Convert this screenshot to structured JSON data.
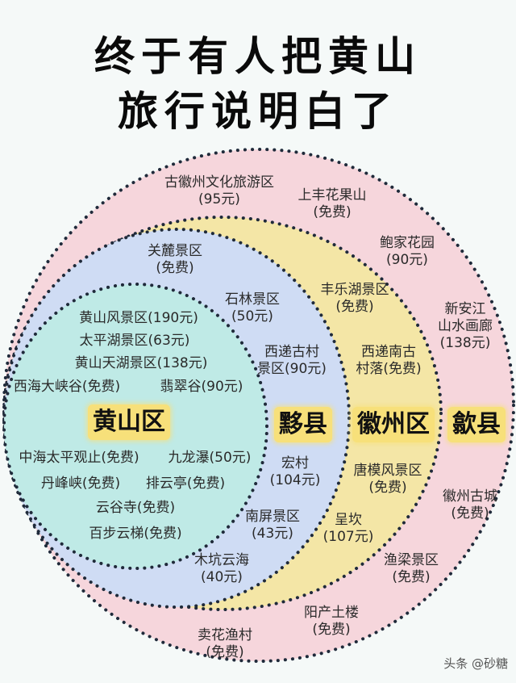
{
  "title": {
    "line1": "终于有人把黄山",
    "line2": "旅行说明白了"
  },
  "colors": {
    "shexian": "#f6d6dc",
    "huizhou": "#f4e6a6",
    "yixian": "#cfdcf4",
    "huangshan": "#bfeae6",
    "label_bg": "#f7e07a",
    "dots": "#1f2a3a"
  },
  "regions": [
    {
      "name": "黄山区",
      "spots": [
        {
          "name": "黄山风景区",
          "price": "(190元)"
        },
        {
          "name": "太平湖景区",
          "price": "(63元)"
        },
        {
          "name": "黄山天湖景区",
          "price": "(138元)"
        },
        {
          "name": "西海大峡谷",
          "price": "(免费)"
        },
        {
          "name": "翡翠谷",
          "price": "(90元)"
        },
        {
          "name": "中海太平观止",
          "price": "(免费)"
        },
        {
          "name": "九龙瀑",
          "price": "(50元)"
        },
        {
          "name": "丹峰峡",
          "price": "(免费)"
        },
        {
          "name": "排云亭",
          "price": "(免费)"
        },
        {
          "name": "云谷寺",
          "price": "(免费)"
        },
        {
          "name": "百步云梯",
          "price": "(免费)"
        }
      ]
    },
    {
      "name": "黟县",
      "spots": [
        {
          "name": "关麓景区",
          "price": "(免费)"
        },
        {
          "name": "石林景区",
          "price": "(50元)"
        },
        {
          "name": "西递古村景区",
          "price": "(90元)"
        },
        {
          "name": "宏村",
          "price": "(104元)"
        },
        {
          "name": "南屏景区",
          "price": "(43元)"
        },
        {
          "name": "木坑云海",
          "price": "(40元)"
        }
      ]
    },
    {
      "name": "徽州区",
      "spots": [
        {
          "name": "丰乐湖景区",
          "price": "(免费)"
        },
        {
          "name": "西递南古村落",
          "price": "(免费)"
        },
        {
          "name": "唐模风景区",
          "price": "(免费)"
        },
        {
          "name": "呈坎",
          "price": "(107元)"
        }
      ]
    },
    {
      "name": "歙县",
      "spots": [
        {
          "name": "古徽州文化旅游区",
          "price": "(95元)"
        },
        {
          "name": "上丰花果山",
          "price": "(免费)"
        },
        {
          "name": "鲍家花园",
          "price": "(90元)"
        },
        {
          "name": "新安江山水画廊",
          "price": "(138元)"
        },
        {
          "name": "徽州古城",
          "price": "(免费)"
        },
        {
          "name": "渔梁景区",
          "price": "(免费)"
        },
        {
          "name": "阳产土楼",
          "price": "(免费)"
        },
        {
          "name": "卖花渔村",
          "price": "(免费)"
        }
      ]
    }
  ],
  "labels": {
    "hs_1": "黄山风景区",
    "hs_1p": "(190元)",
    "hs_2": "太平湖景区",
    "hs_2p": "(63元)",
    "hs_3": "黄山天湖景区",
    "hs_3p": "(138元)",
    "hs_4": "西海大峡谷",
    "hs_4p": "(免费)",
    "hs_5": "翡翠谷",
    "hs_5p": "(90元)",
    "hs_6": "中海太平观止",
    "hs_6p": "(免费)",
    "hs_7": "九龙瀑",
    "hs_7p": "(50元)",
    "hs_8": "丹峰峡",
    "hs_8p": "(免费)",
    "hs_9": "排云亭",
    "hs_9p": "(免费)",
    "hs_10": "云谷寺",
    "hs_10p": "(免费)",
    "hs_11": "百步云梯",
    "hs_11p": "(免费)",
    "yx_1": "关麓景区",
    "yx_1p": "(免费)",
    "yx_2": "石林景区",
    "yx_2p": "(50元)",
    "yx_3a": "西递古村",
    "yx_3b": "景区(90元)",
    "yx_4": "宏村",
    "yx_4p": "(104元)",
    "yx_5": "南屏景区",
    "yx_5p": "(43元)",
    "yx_6": "木坑云海",
    "yx_6p": "(40元)",
    "hz_1": "丰乐湖景区",
    "hz_1p": "(免费)",
    "hz_2a": "西递南古",
    "hz_2b": "村落(免费)",
    "hz_3": "唐模风景区",
    "hz_3p": "(免费)",
    "hz_4": "呈坎",
    "hz_4p": "(107元)",
    "sx_1": "古徽州文化旅游区",
    "sx_1p": "(95元)",
    "sx_2": "上丰花果山",
    "sx_2p": "(免费)",
    "sx_3": "鲍家花园",
    "sx_3p": "(90元)",
    "sx_4a": "新安江",
    "sx_4b": "山水画廊",
    "sx_4p": "(138元)",
    "sx_5": "徽州古城",
    "sx_5p": "(免费)",
    "sx_6": "渔梁景区",
    "sx_6p": "(免费)",
    "sx_7": "阳产土楼",
    "sx_7p": "(免费)",
    "sx_8": "卖花渔村",
    "sx_8p": "(免费)"
  },
  "region_labels": {
    "huangshan": "黄山区",
    "yixian": "黟县",
    "huizhou": "徽州区",
    "shexian": "歙县"
  },
  "watermark": "头条 @砂糖"
}
